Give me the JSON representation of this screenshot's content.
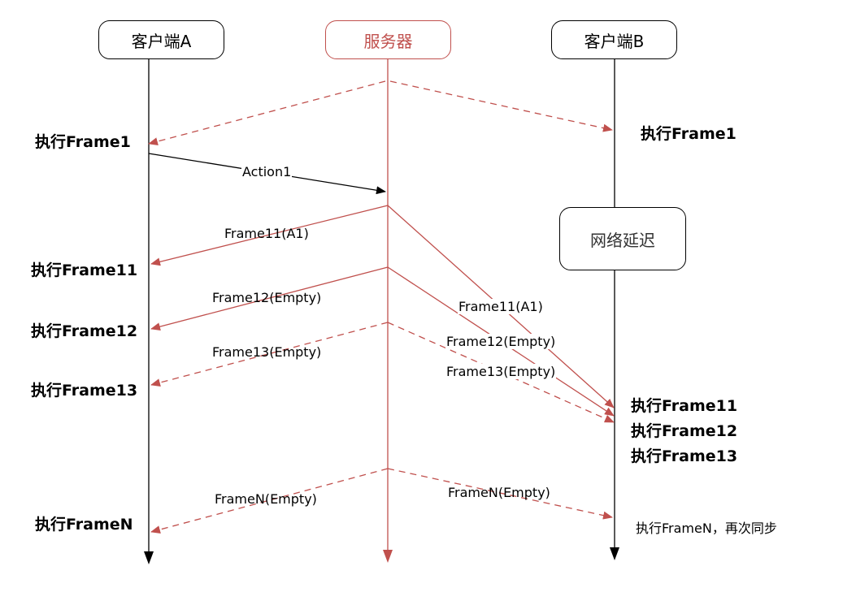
{
  "participants": {
    "client_a": "客户端A",
    "server": "服务器",
    "client_b": "客户端B"
  },
  "note": "网络延迟",
  "client_a_events": [
    "执行Frame1",
    "执行Frame11",
    "执行Frame12",
    "执行Frame13",
    "执行FrameN"
  ],
  "client_b_events": [
    "执行Frame1",
    "执行Frame11",
    "执行Frame12",
    "执行Frame13",
    "执行FrameN，再次同步"
  ],
  "messages": {
    "action1": "Action1",
    "to_a": [
      "Frame11(A1)",
      "Frame12(Empty)",
      "Frame13(Empty)",
      "FrameN(Empty)"
    ],
    "to_b": [
      "Frame11(A1)",
      "Frame12(Empty)",
      "Frame13(Empty)",
      "FrameN(Empty)"
    ]
  },
  "colors": {
    "server": "#c0504d",
    "client": "#000000"
  }
}
